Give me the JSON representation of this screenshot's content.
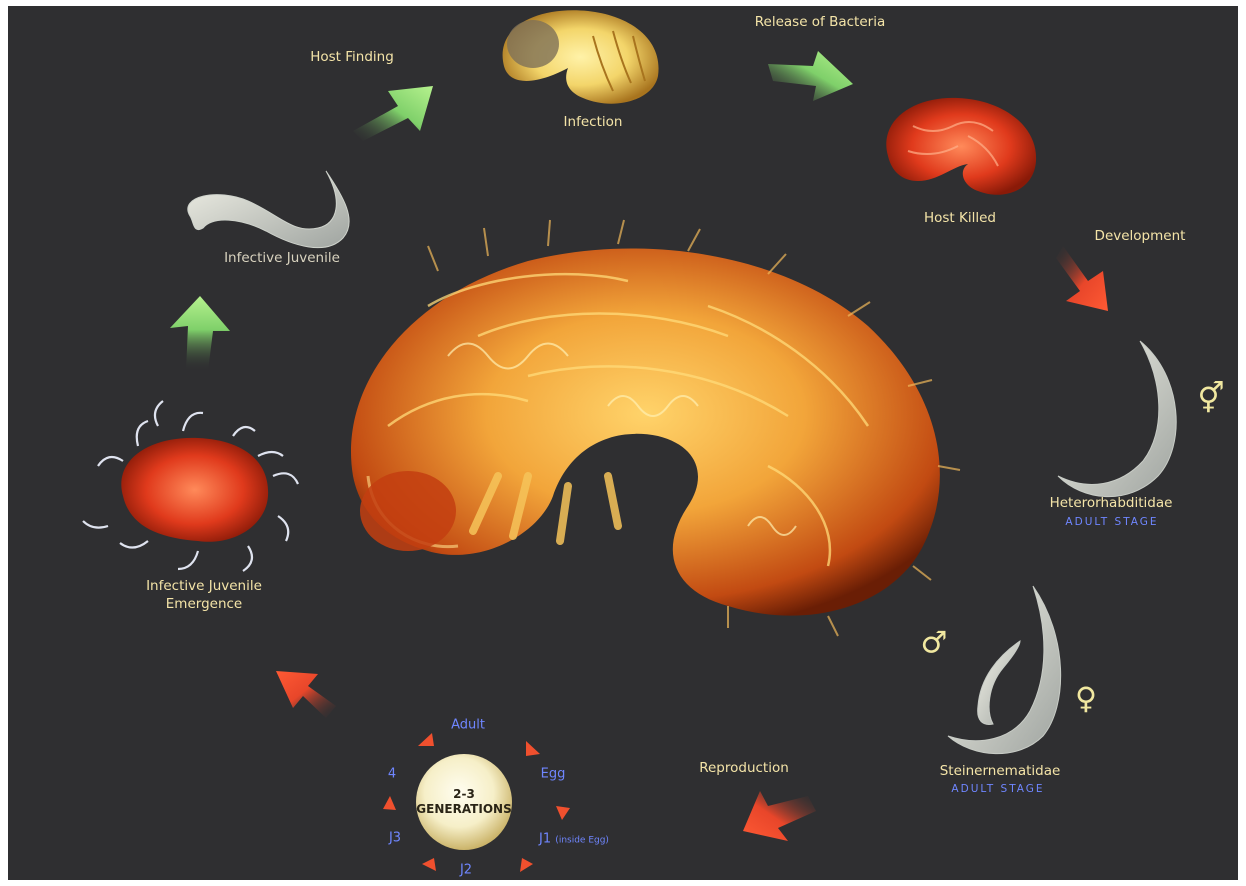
{
  "labels": {
    "host_finding": "Host Finding",
    "infection": "Infection",
    "release_of_bacteria": "Release of Bacteria",
    "host_killed": "Host Killed",
    "development": "Development",
    "heterorhabditidae": "Heterorhabditidae",
    "heterorhabditidae_stage": "ADULT STAGE",
    "steinernematidae": "Steinernematidae",
    "steinernematidae_stage": "ADULT STAGE",
    "reproduction": "Reproduction",
    "infective_juvenile": "Infective Juvenile",
    "infective_juvenile_emergence_line1": "Infective Juvenile",
    "infective_juvenile_emergence_line2": "Emergence"
  },
  "generation_cycle": {
    "center_line1": "2-3",
    "center_line2": "GENERATIONS",
    "adult": "Adult",
    "egg": "Egg",
    "j1": "J1",
    "j1_note": "(inside Egg)",
    "j2": "J2",
    "j3": "J3",
    "j4": "4"
  },
  "symbols": {
    "hermaphrodite": "⚥",
    "male": "♂",
    "female": "♀"
  },
  "colors": {
    "background": "#2f2f31",
    "label_text": "#f4e4a8",
    "stage_text": "#6f86ff",
    "green_arrow": "#8fdc6a",
    "red_arrow": "#f0502e",
    "larva": "#e07a22"
  }
}
